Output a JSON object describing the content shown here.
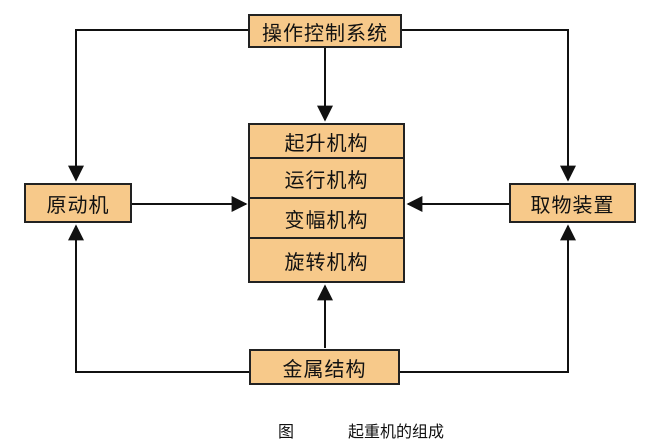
{
  "nodes": {
    "control": "操作控制系统",
    "mech_hoist": "起升机构",
    "mech_travel": "运行机构",
    "mech_luffing": "变幅机构",
    "mech_slewing": "旋转机构",
    "prime_mover": "原动机",
    "pickup_device": "取物装置",
    "metal_structure": "金属结构"
  },
  "caption": {
    "label": "图",
    "title": "起重机的组成"
  }
}
